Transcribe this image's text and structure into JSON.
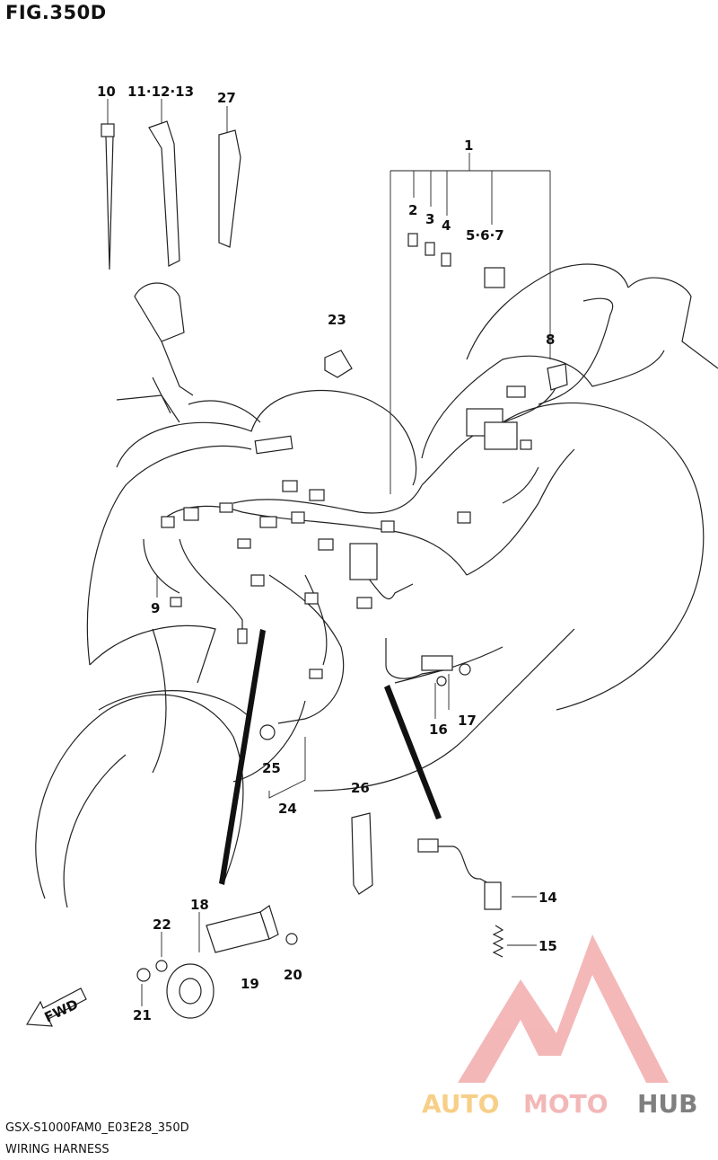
{
  "figure": {
    "title": "FIG.350D",
    "code": "GSX-S1000FAM0_E03E28_350D",
    "name": "WIRING HARNESS"
  },
  "callouts": {
    "c1": "1",
    "c2": "2",
    "c3": "3",
    "c4": "4",
    "c5_6_7": "5·6·7",
    "c8": "8",
    "c9": "9",
    "c10": "10",
    "c11_12_13": "11·12·13",
    "c14": "14",
    "c15": "15",
    "c16": "16",
    "c17": "17",
    "c18": "18",
    "c19": "19",
    "c20": "20",
    "c21": "21",
    "c22": "22",
    "c23": "23",
    "c24": "24",
    "c25": "25",
    "c26": "26",
    "c27": "27"
  },
  "fwd_label": "FWD",
  "watermark": {
    "text_part1": "AUTO",
    "text_part2": "MOTO",
    "text_part3": "HUB",
    "color_primary": "#f0a0a0",
    "color_secondary": "#f5c060",
    "color_dark": "#555555"
  }
}
